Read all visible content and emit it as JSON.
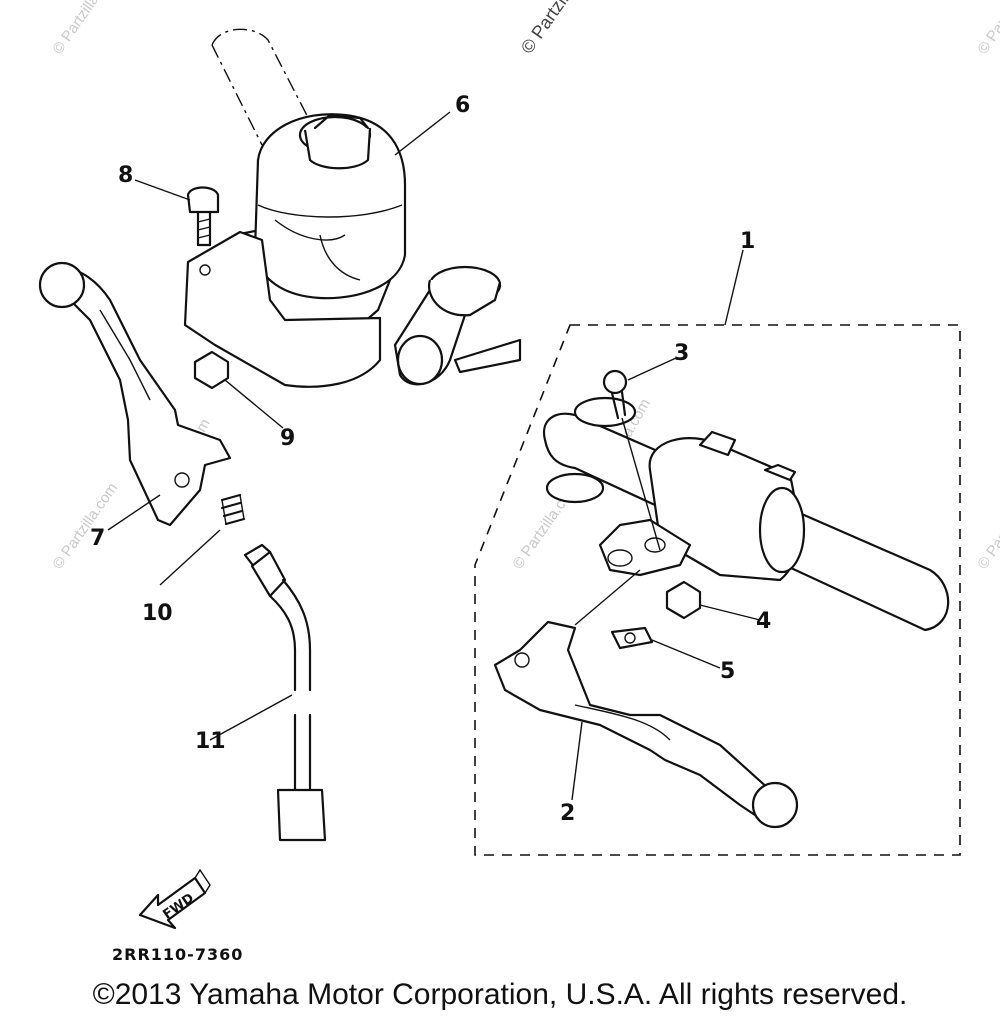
{
  "callouts": [
    "1",
    "2",
    "3",
    "4",
    "5",
    "6",
    "7",
    "8",
    "9",
    "10",
    "11"
  ],
  "fwd_label": "FWD",
  "drawing_code": "2RR110-7360",
  "copyright": "©2013 Yamaha Motor Corporation, U.S.A. All rights reserved.",
  "watermark": "© Partzilla.com"
}
